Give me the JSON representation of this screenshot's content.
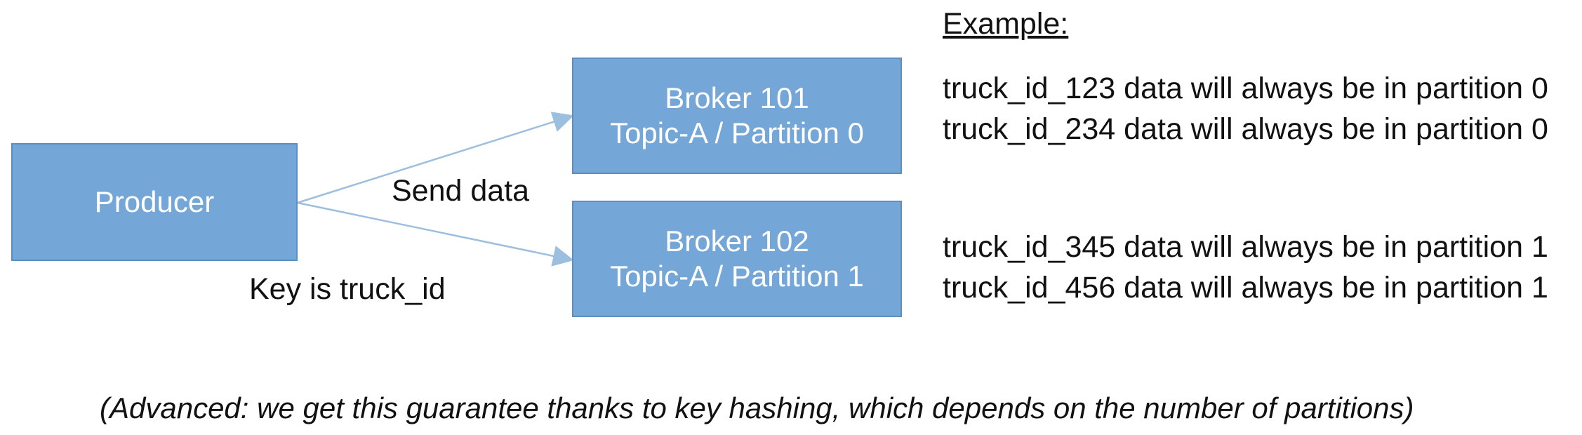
{
  "diagram": {
    "producer": {
      "label": "Producer"
    },
    "brokers": [
      {
        "line1": "Broker 101",
        "line2": "Topic-A / Partition 0"
      },
      {
        "line1": "Broker 102",
        "line2": "Topic-A / Partition 1"
      }
    ],
    "labels": {
      "send_data": "Send data",
      "key": "Key is truck_id"
    },
    "example": {
      "title": "Example:",
      "lines": [
        "truck_id_123 data will always be in partition 0",
        "truck_id_234 data will always be in partition 0",
        "truck_id_345 data will always be in partition 1",
        "truck_id_456 data will always be in partition 1"
      ]
    },
    "footer": "(Advanced: we get this guarantee thanks to key hashing, which depends on the number of partitions)",
    "colors": {
      "box_fill": "#74a7d7",
      "box_border": "#5b8fc0",
      "arrow": "#9dbfdf",
      "text": "#111111"
    },
    "icons": {
      "arrow_to_broker_101": "arrow-right-icon",
      "arrow_to_broker_102": "arrow-right-icon"
    }
  }
}
